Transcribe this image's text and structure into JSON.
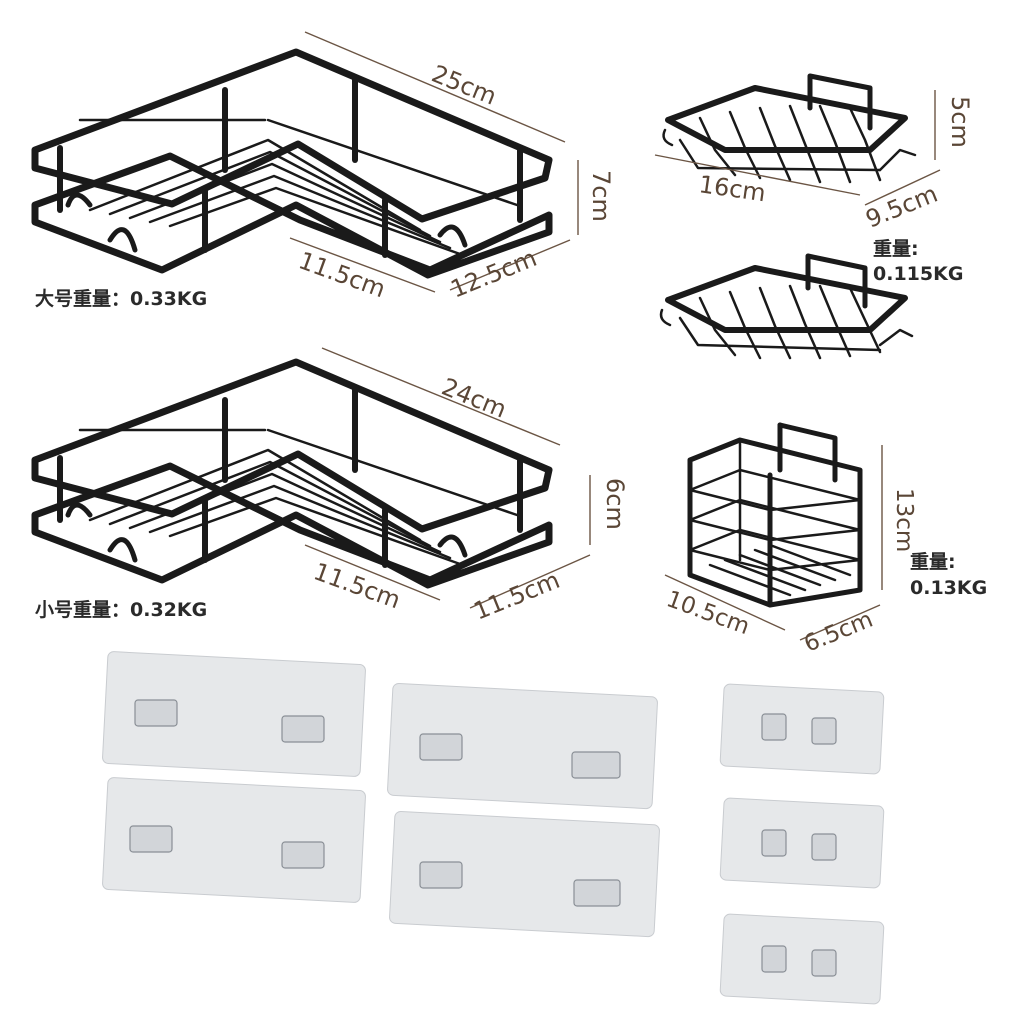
{
  "shelf_large": {
    "dims": {
      "length": "25cm",
      "height": "7cm",
      "depth_a": "11.5cm",
      "depth_b": "12.5cm"
    },
    "weight": "大号重量：0.33KG"
  },
  "shelf_small": {
    "dims": {
      "length": "24cm",
      "height": "6cm",
      "depth_a": "11.5cm",
      "depth_b": "11.5cm"
    },
    "weight": "小号重量：0.32KG"
  },
  "soap_dish": {
    "dims": {
      "length": "16cm",
      "width": "9.5cm",
      "height": "5cm"
    },
    "weight_label": "重量:",
    "weight_value": "0.115KG"
  },
  "caddy": {
    "dims": {
      "length": "10.5cm",
      "width": "6.5cm",
      "height": "13cm"
    },
    "weight_label": "重量:",
    "weight_value": "0.13KG"
  },
  "colors": {
    "wire": "#1a1a1a",
    "dimension_text": "#5a4636",
    "pad": "#e6e8ea"
  }
}
